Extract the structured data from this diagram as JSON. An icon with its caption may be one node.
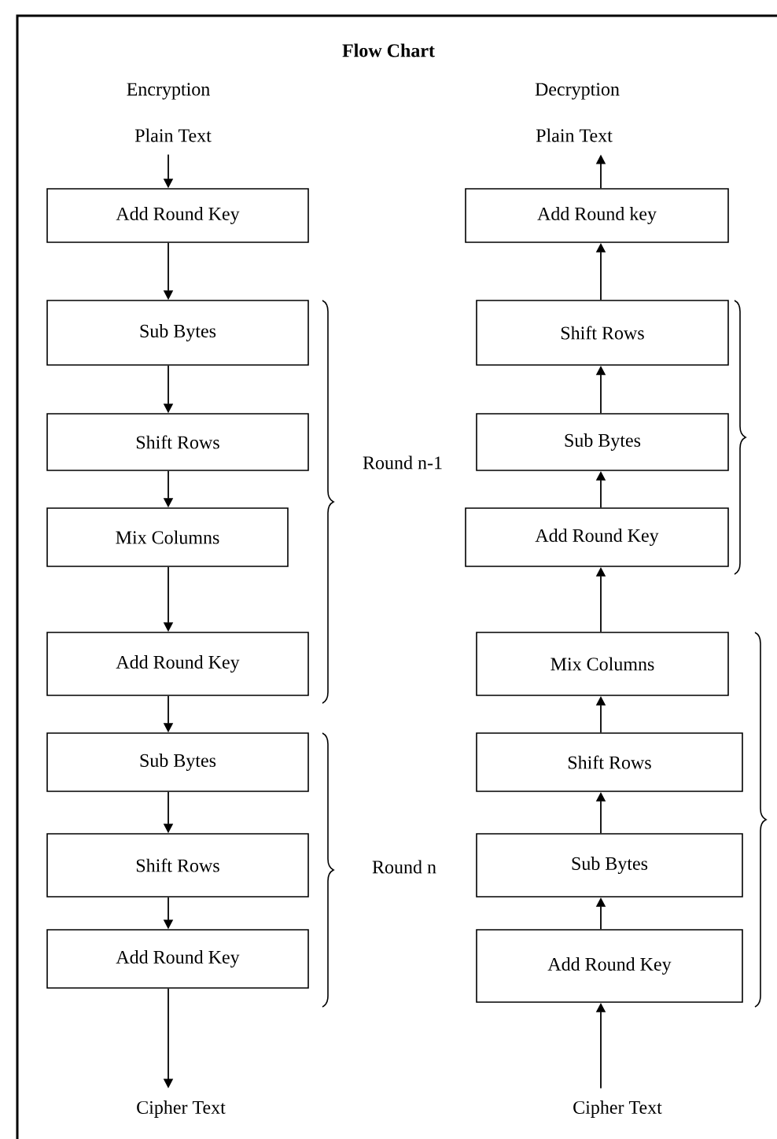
{
  "diagram": {
    "title": "Flow Chart",
    "nodes": [
      {
        "text": [
          "Plain Text"
        ]
      },
      {
        "text": [
          "Add Round Key"
        ]
      },
      {
        "text": [
          "Sub Bytes"
        ]
      },
      {
        "text": [
          "Shift Rows"
        ]
      },
      {
        "text": [
          "Mix Columns"
        ]
      },
      {
        "text": [
          "Add Round Key"
        ]
      },
      {
        "text": [
          "Sub Bytes"
        ]
      },
      {
        "text": [
          "Shift Rows"
        ]
      },
      {
        "text": [
          "Add Round Key"
        ]
      },
      {
        "text": [
          "Cipher Text"
        ]
      },
      {
        "text": [
          "Plain Text"
        ]
      },
      {
        "text": [
          "Add Round key"
        ]
      },
      {
        "text": [
          "Shift Rows"
        ]
      },
      {
        "text": [
          "Sub Bytes"
        ]
      },
      {
        "text": [
          "Add Round Key"
        ]
      },
      {
        "text": [
          "Mix Columns"
        ]
      },
      {
        "text": [
          "Shift Rows"
        ]
      },
      {
        "text": [
          "Sub Bytes"
        ]
      },
      {
        "text": [
          "Add Round Key"
        ]
      },
      {
        "text": [
          "Cipher Text"
        ]
      }
    ],
    "edges": [
      {
        "from": 0,
        "to": 1,
        "arrow": "to"
      },
      {
        "from": 1,
        "to": 2,
        "arrow": "to"
      },
      {
        "from": 2,
        "to": 3,
        "arrow": "to"
      },
      {
        "from": 3,
        "to": 4,
        "arrow": "to"
      },
      {
        "from": 4,
        "to": 5,
        "arrow": "to"
      },
      {
        "from": 5,
        "to": 6,
        "arrow": "to"
      },
      {
        "from": 6,
        "to": 7,
        "arrow": "to"
      },
      {
        "from": 7,
        "to": 8,
        "arrow": "to"
      },
      {
        "from": 8,
        "to": 9,
        "arrow": "to"
      },
      {
        "from": 19,
        "to": 18,
        "arrow": "to"
      },
      {
        "from": 18,
        "to": 17,
        "arrow": "to"
      },
      {
        "from": 17,
        "to": 16,
        "arrow": "to"
      },
      {
        "from": 16,
        "to": 15,
        "arrow": "to"
      },
      {
        "from": 15,
        "to": 14,
        "arrow": "to"
      },
      {
        "from": 14,
        "to": 13,
        "arrow": "to"
      },
      {
        "from": 13,
        "to": 12,
        "arrow": "to"
      },
      {
        "from": 12,
        "to": 11,
        "arrow": "to"
      },
      {
        "from": 11,
        "to": 10,
        "arrow": "to"
      }
    ],
    "labels": [
      "Encryption",
      "Decryption",
      "Round n-1",
      "Round n"
    ]
  }
}
